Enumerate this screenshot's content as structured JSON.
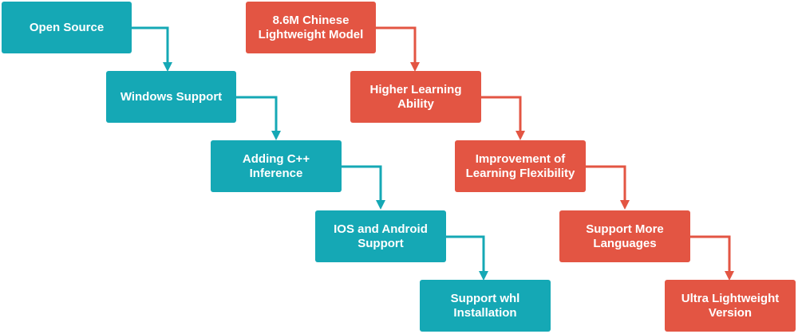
{
  "colors": {
    "left_track": "#15a8b5",
    "right_track": "#e35543"
  },
  "left_track": {
    "steps": [
      {
        "label": "Open Source"
      },
      {
        "label": "Windows Support"
      },
      {
        "label": "Adding C++\nInference"
      },
      {
        "label": "IOS and Android\nSupport"
      },
      {
        "label": "Support whl\nInstallation"
      }
    ]
  },
  "right_track": {
    "steps": [
      {
        "label": "8.6M Chinese\nLightweight Model"
      },
      {
        "label": "Higher Learning\nAbility"
      },
      {
        "label": "Improvement of\nLearning Flexibility"
      },
      {
        "label": "Support More\nLanguages"
      },
      {
        "label": "Ultra Lightweight\nVersion"
      }
    ]
  }
}
